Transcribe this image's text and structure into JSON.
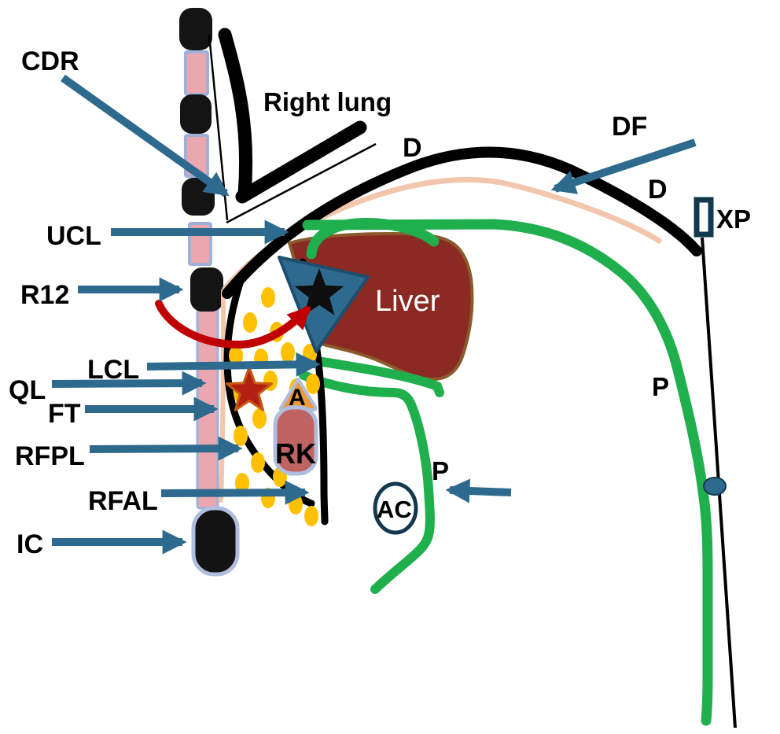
{
  "diagram": {
    "labels": {
      "cdr": "CDR",
      "right_lung": "Right lung",
      "d_left": "D",
      "df": "DF",
      "d_right": "D",
      "xp": "XP",
      "ucl": "UCL",
      "r12": "R12",
      "lcl": "LCL",
      "ql": "QL",
      "ft": "FT",
      "rfpl": "RFPL",
      "rfal": "RFAL",
      "ic": "IC",
      "p_lower": "P",
      "p_right": "P",
      "liver": "Liver",
      "adrenal": "A",
      "right_kidney": "RK",
      "ac": "AC"
    },
    "colors": {
      "arrow_blue": "#2D6A8E",
      "navy": "#14384F",
      "green_peritoneum": "#1FAF4C",
      "salmon_fascia": "#F2C6AC",
      "pink_spine": "#EBA7B0",
      "lavender_border": "#9FB1D8",
      "liver_red": "#8A2A22",
      "liver_edge_brown": "#8A5A2B",
      "kidney_pink": "#BF6363",
      "adrenal_orange": "#EB9A3C",
      "fat_yellow": "#FFC000",
      "red_arrow": "#C00000",
      "star_red": "#B32011",
      "star_red_edge": "#C55A11",
      "black": "#0E0E0E"
    }
  }
}
